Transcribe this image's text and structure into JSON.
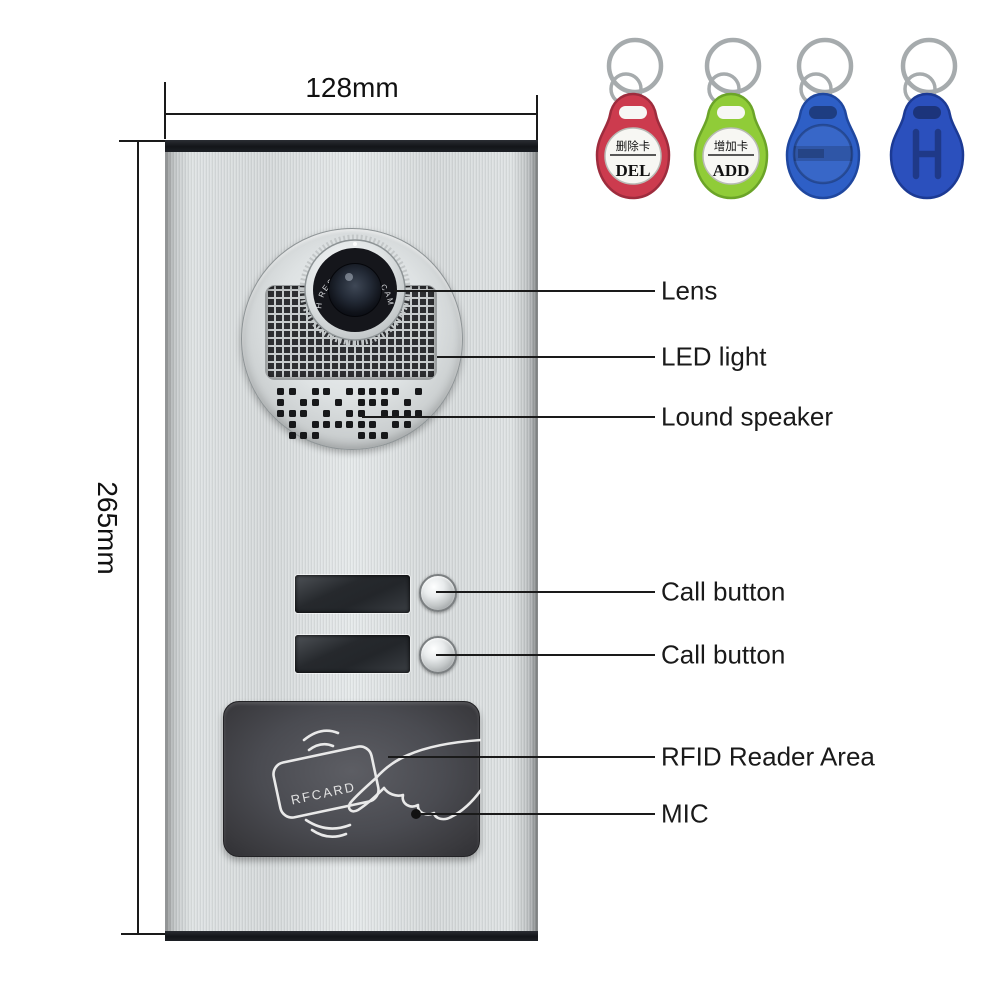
{
  "annotations": {
    "width_dimension": "128mm",
    "height_dimension": "265mm",
    "labels": {
      "lens": "Lens",
      "led_light": "LED light",
      "loud_speaker": "Lound speaker",
      "call_button_top": "Call button",
      "call_button_bottom": "Call button",
      "rfid_reader": "RFID Reader Area",
      "mic": "MIC"
    },
    "line_color": "#1a1a1a"
  },
  "device": {
    "camera_ring_text": "HIGH RESOLUTION CAMERA",
    "rfid_card_text": "RFCARD",
    "panel_color": "#d6dadb",
    "trim_color": "#17191d",
    "rfid_panel_color": "#4a4b51",
    "speaker_hole_pattern": [
      "1101101111101",
      "1011010111010",
      "1110101101111",
      "0101111110110",
      "0111000111000"
    ]
  },
  "keyfobs": [
    {
      "label_cn": "删除卡",
      "label_en": "DEL",
      "body_color": "#cc3b4e",
      "edge_color": "#9e2c3d"
    },
    {
      "label_cn": "增加卡",
      "label_en": "ADD",
      "body_color": "#90cc38",
      "edge_color": "#6ba428"
    },
    {
      "body_color": "#2e5fc6",
      "edge_color": "#1f479f"
    },
    {
      "body_color": "#2b50bd",
      "edge_color": "#1c3a94"
    }
  ]
}
